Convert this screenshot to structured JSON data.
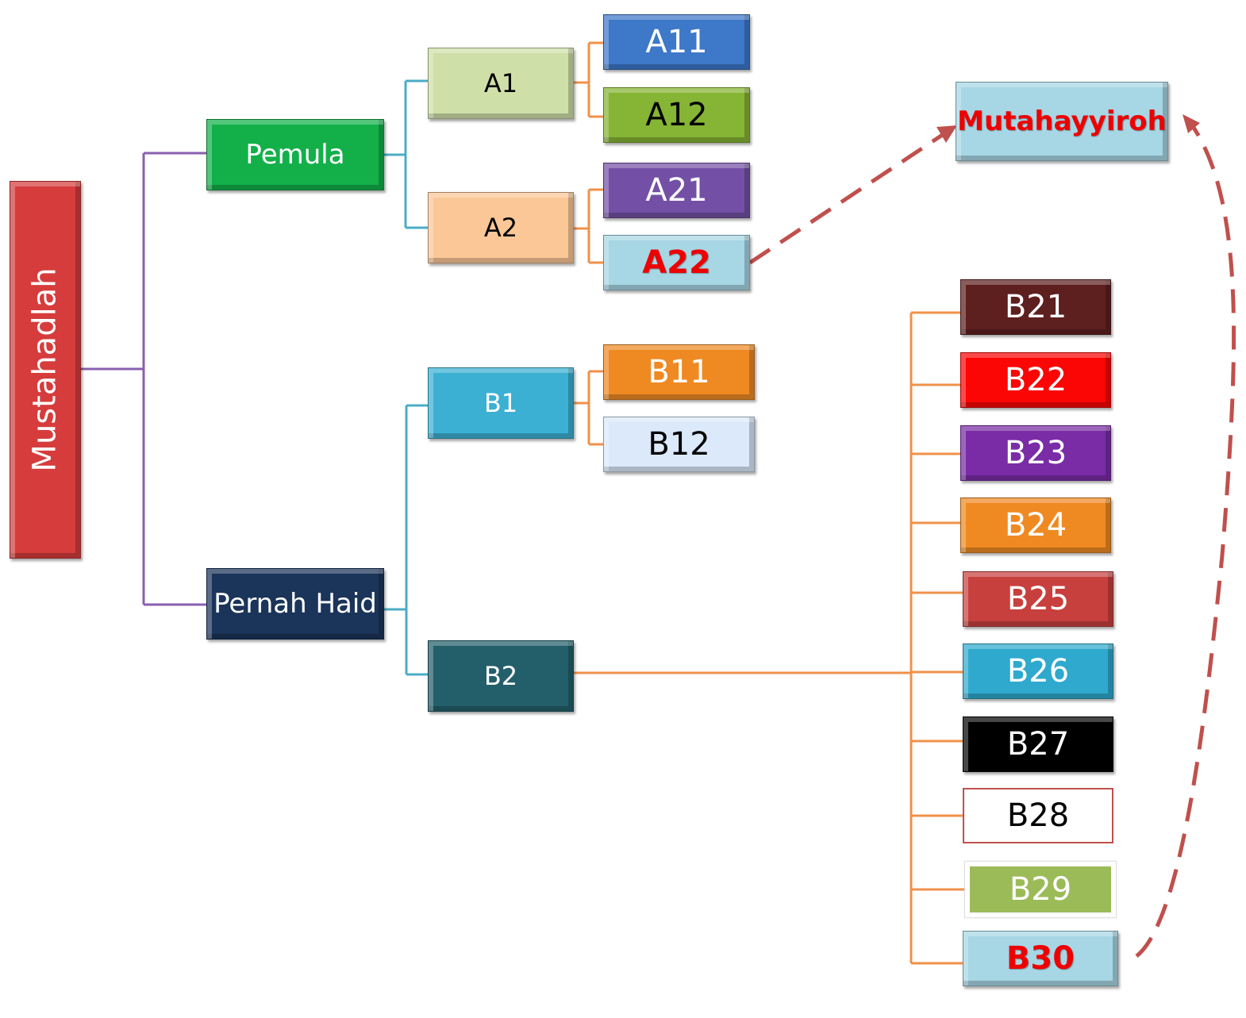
{
  "diagram": {
    "root": {
      "label": "Mustahadlah",
      "color": "#d63c3c"
    },
    "level1": [
      {
        "id": "pemula",
        "label": "Pemula",
        "color": "#13b04a"
      },
      {
        "id": "pernah-haid",
        "label": "Pernah Haid",
        "color": "#1b3459"
      }
    ],
    "level2": [
      {
        "id": "A1",
        "label": "A1",
        "color": "#cfdfa8"
      },
      {
        "id": "A2",
        "label": "A2",
        "color": "#fbc797"
      },
      {
        "id": "B1",
        "label": "B1",
        "color": "#3bb0d3"
      },
      {
        "id": "B2",
        "label": "B2",
        "color": "#235f6a"
      }
    ],
    "level3": [
      {
        "id": "A11",
        "label": "A11",
        "color": "#3d78c9"
      },
      {
        "id": "A12",
        "label": "A12",
        "color": "#86b434"
      },
      {
        "id": "A21",
        "label": "A21",
        "color": "#7350a5"
      },
      {
        "id": "A22",
        "label": "A22",
        "color": "#a7d6e4"
      },
      {
        "id": "B11",
        "label": "B11",
        "color": "#ef8a23"
      },
      {
        "id": "B12",
        "label": "B12",
        "color": "#dbe9fb"
      },
      {
        "id": "B21",
        "label": "B21",
        "color": "#5e1f1f"
      },
      {
        "id": "B22",
        "label": "B22",
        "color": "#fb0505"
      },
      {
        "id": "B23",
        "label": "B23",
        "color": "#7a2ca6"
      },
      {
        "id": "B24",
        "label": "B24",
        "color": "#ef8a23"
      },
      {
        "id": "B25",
        "label": "B25",
        "color": "#c7403e"
      },
      {
        "id": "B26",
        "label": "B26",
        "color": "#2fa9ce"
      },
      {
        "id": "B27",
        "label": "B27",
        "color": "#000000"
      },
      {
        "id": "B28",
        "label": "B28",
        "color": "#ffffff"
      },
      {
        "id": "B29",
        "label": "B29",
        "color": "#9bbb59"
      },
      {
        "id": "B30",
        "label": "B30",
        "color": "#a7d6e4"
      }
    ],
    "outcome": {
      "label": "Mutahayyiroh",
      "color": "#a7d6e4"
    },
    "colors": {
      "root_connector": "#8a5fb0",
      "level1_connector": "#4bacc6",
      "level2_connector": "#f0914a",
      "dashed_arrow": "#c0504d"
    }
  }
}
